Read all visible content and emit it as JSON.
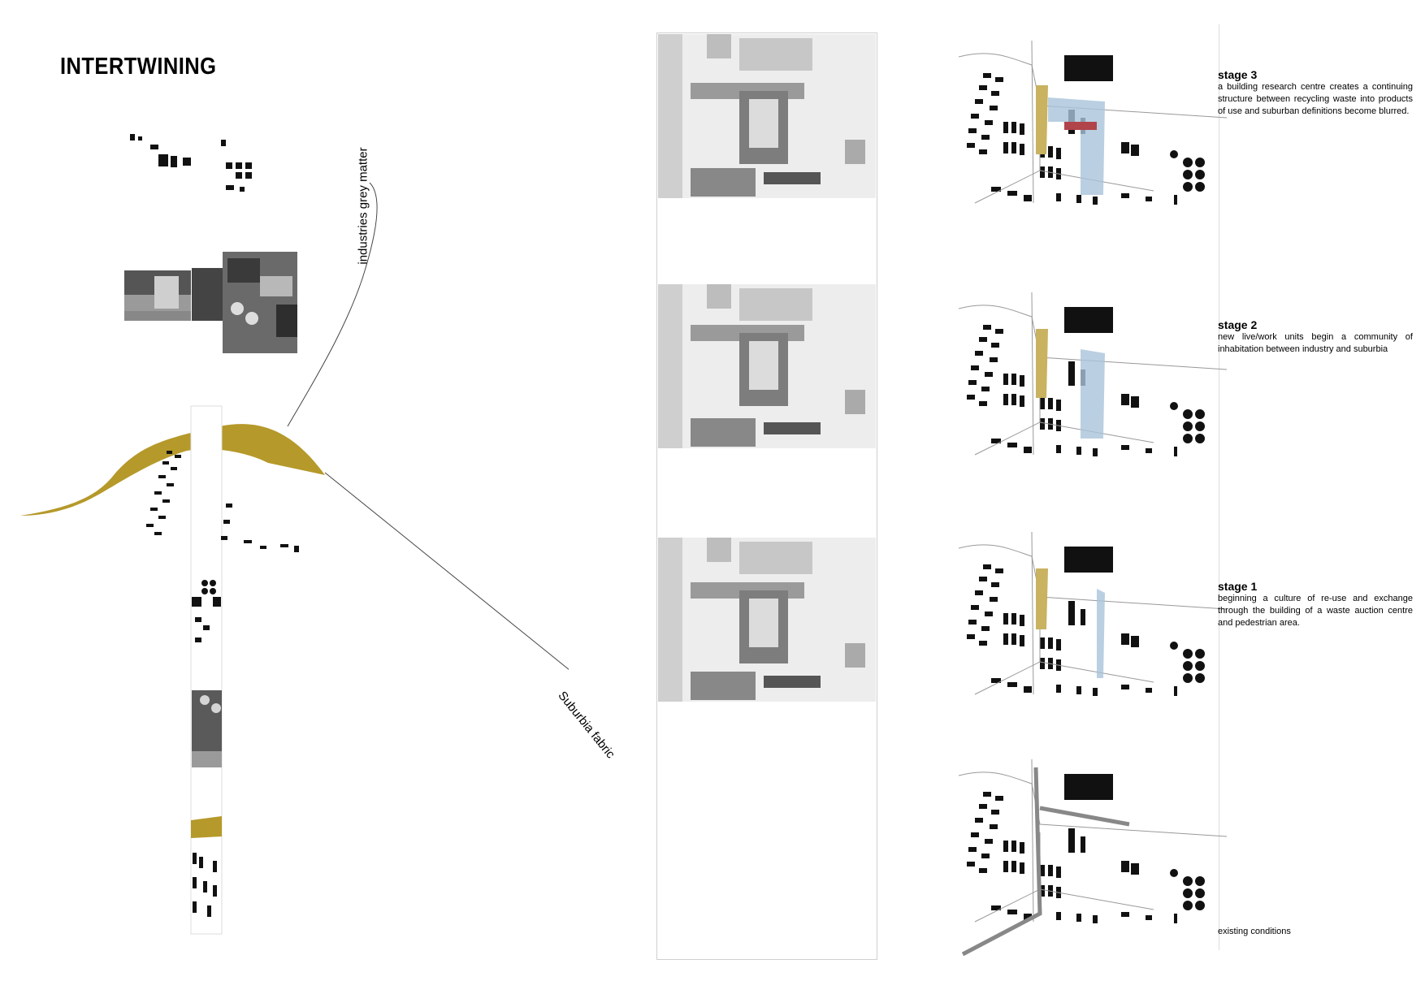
{
  "title": "INTERTWINING",
  "labels": {
    "industries": "industries grey matter",
    "suburbia": "Suburbia fabric"
  },
  "stages": [
    {
      "heading": "stage 3",
      "text": "a building research centre creates a continuing structure between recycling waste into products of use and suburban definitions become blurred."
    },
    {
      "heading": "stage 2",
      "text": "new live/work units begin a community of inhabitation between industry and suburbia"
    },
    {
      "heading": "stage 1",
      "text": "beginning a culture of re-use and exchange through the building of a waste auction centre and pedestrian area."
    },
    {
      "heading": "",
      "text": "existing conditions"
    }
  ],
  "colors": {
    "ochre": "#b5992a",
    "grey": "#8a8a8a",
    "line": "#444444",
    "accent_red": "#b0444a",
    "accent_blue": "#a9c3d9",
    "accent_yellow": "#c9b260"
  }
}
